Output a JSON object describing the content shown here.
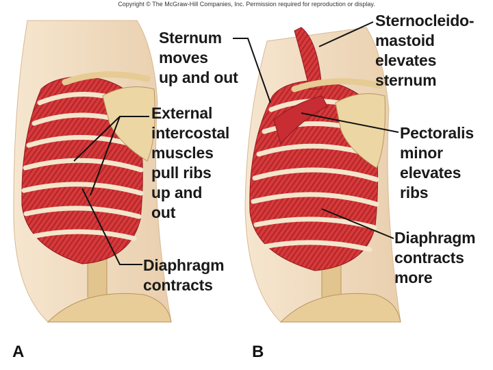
{
  "copyright": "Copyright © The McGraw-Hill Companies, Inc. Permission required for reproduction or display.",
  "panel_a": {
    "letter": "A",
    "labels": {
      "sternum": "Sternum\nmoves\nup and out",
      "external_intercostal": "External\nintercostal\nmuscles\npull ribs\nup and\nout",
      "diaphragm": "Diaphragm\ncontracts"
    }
  },
  "panel_b": {
    "letter": "B",
    "labels": {
      "sternocleidomastoid": "Sternocleido-\nmastoid\nelevates\nsternum",
      "pectoralis_minor": "Pectoralis\nminor\nelevates\nribs",
      "diaphragm": "Diaphragm\ncontracts\nmore"
    }
  },
  "colors": {
    "bone": "#ecd6a4",
    "bone_shadow": "#c9a96a",
    "muscle": "#d63a3a",
    "muscle_dark": "#a81e24",
    "rib": "#f3e6cc",
    "skin": "#f1dcc0"
  }
}
